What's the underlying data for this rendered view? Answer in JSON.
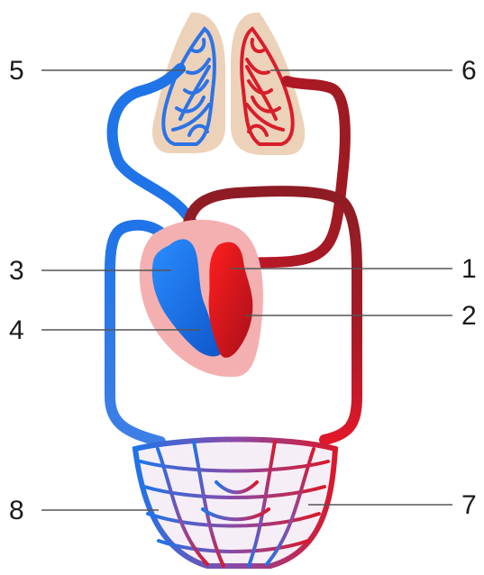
{
  "colors": {
    "oxygenated": "#d9182a",
    "deoxygenated": "#1f74e8",
    "dark_red": "#9e1a22",
    "lung_tissue": "#edd2ba",
    "pericardium": "#f4b0b0",
    "capillary_mid": "#8a4aa6"
  },
  "labels": [
    {
      "id": "1",
      "text": "1"
    },
    {
      "id": "2",
      "text": "2"
    },
    {
      "id": "3",
      "text": "3"
    },
    {
      "id": "4",
      "text": "4"
    },
    {
      "id": "5",
      "text": "5"
    },
    {
      "id": "6",
      "text": "6"
    },
    {
      "id": "7",
      "text": "7"
    },
    {
      "id": "8",
      "text": "8"
    }
  ]
}
